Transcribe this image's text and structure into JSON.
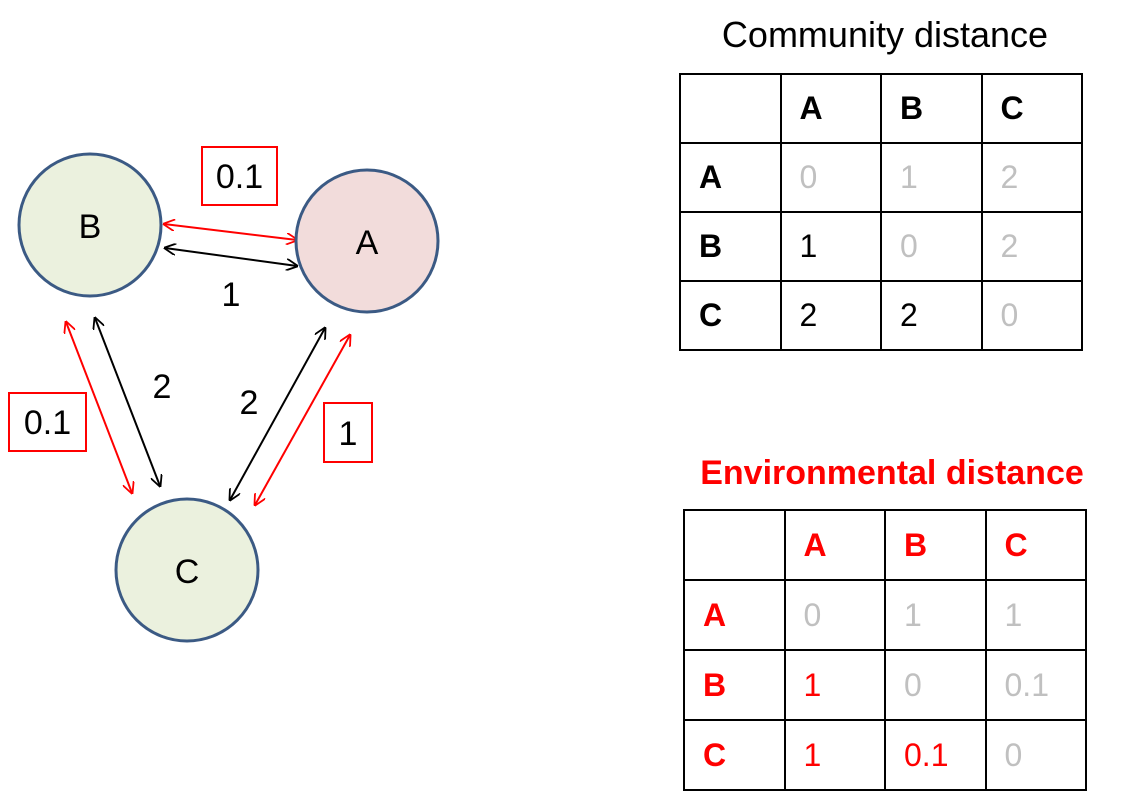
{
  "diagram": {
    "nodes": [
      {
        "id": "A",
        "label": "A",
        "fill": "#f2dcdb"
      },
      {
        "id": "B",
        "label": "B",
        "fill": "#ebf1de"
      },
      {
        "id": "C",
        "label": "C",
        "fill": "#ebf1de"
      }
    ],
    "node_stroke": "#3b5a84",
    "community_edges": [
      {
        "from": "B",
        "to": "A",
        "label": "1"
      },
      {
        "from": "B",
        "to": "C",
        "label": "2"
      },
      {
        "from": "A",
        "to": "C",
        "label": "2"
      }
    ],
    "environmental_edges": [
      {
        "from": "B",
        "to": "A",
        "label": "0.1"
      },
      {
        "from": "B",
        "to": "C",
        "label": "0.1"
      },
      {
        "from": "A",
        "to": "C",
        "label": "1"
      }
    ],
    "community_color": "#000000",
    "environmental_color": "#ff0000"
  },
  "community_table": {
    "title": "Community distance",
    "headers": [
      "",
      "A",
      "B",
      "C"
    ],
    "rows": [
      {
        "label": "A",
        "values": [
          "0",
          "1",
          "2"
        ]
      },
      {
        "label": "B",
        "values": [
          "1",
          "0",
          "2"
        ]
      },
      {
        "label": "C",
        "values": [
          "2",
          "2",
          "0"
        ]
      }
    ]
  },
  "environmental_table": {
    "title": "Environmental distance",
    "headers": [
      "",
      "A",
      "B",
      "C"
    ],
    "rows": [
      {
        "label": "A",
        "values": [
          "0",
          "1",
          "1"
        ]
      },
      {
        "label": "B",
        "values": [
          "1",
          "0",
          "0.1"
        ]
      },
      {
        "label": "C",
        "values": [
          "1",
          "0.1",
          "0"
        ]
      }
    ]
  }
}
